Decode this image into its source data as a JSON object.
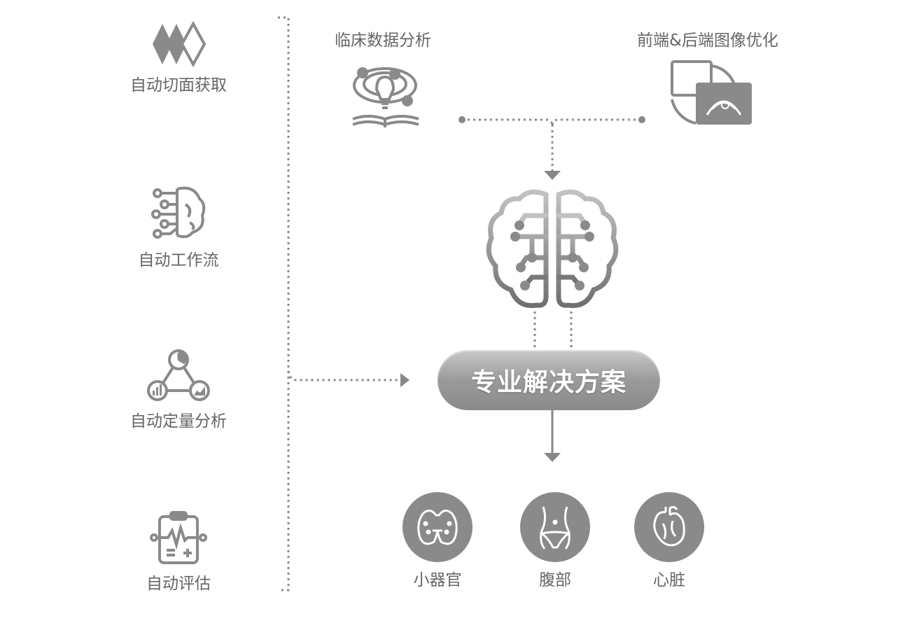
{
  "features": [
    {
      "label": "自动切面获取",
      "icon": "diamonds-icon"
    },
    {
      "label": "自动工作流",
      "icon": "circuit-brain-icon"
    },
    {
      "label": "自动定量分析",
      "icon": "analytics-network-icon"
    },
    {
      "label": "自动评估",
      "icon": "clipboard-ecg-icon"
    }
  ],
  "top": {
    "left_label": "临床数据分析",
    "right_label": "前端&后端图像优化"
  },
  "center": {
    "title": "专业解决方案"
  },
  "organs": [
    {
      "label": "小器官",
      "icon": "thyroid-icon"
    },
    {
      "label": "腹部",
      "icon": "abdomen-icon"
    },
    {
      "label": "心脏",
      "icon": "heart-icon"
    }
  ],
  "colors": {
    "icon_gray": "#8a8a8a",
    "line_gray": "#888888",
    "text_gray": "#666666",
    "pill_text": "#ffffff"
  }
}
